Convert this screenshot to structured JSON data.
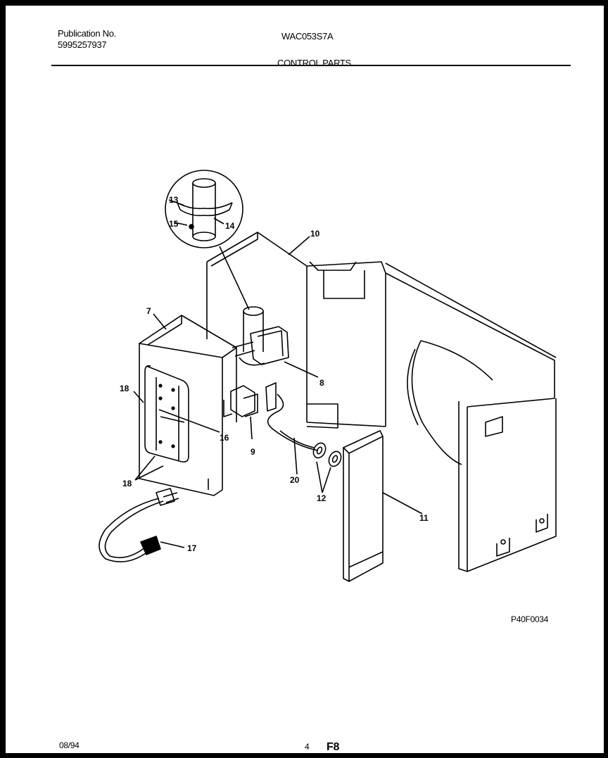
{
  "header": {
    "publication_label": "Publication No.",
    "publication_number": "5995257937",
    "model": "WAC053S7A",
    "section_title": "CONTROL PARTS"
  },
  "callouts": {
    "c7": "7",
    "c8": "8",
    "c9": "9",
    "c10": "10",
    "c11": "11",
    "c12": "12",
    "c13": "13",
    "c14": "14",
    "c15": "15",
    "c16": "16",
    "c17": "17",
    "c18a": "18",
    "c18b": "18",
    "c20": "20"
  },
  "figure_code": "P40F0034",
  "footer": {
    "date": "08/94",
    "page": "4",
    "sheet_code": "F8"
  }
}
